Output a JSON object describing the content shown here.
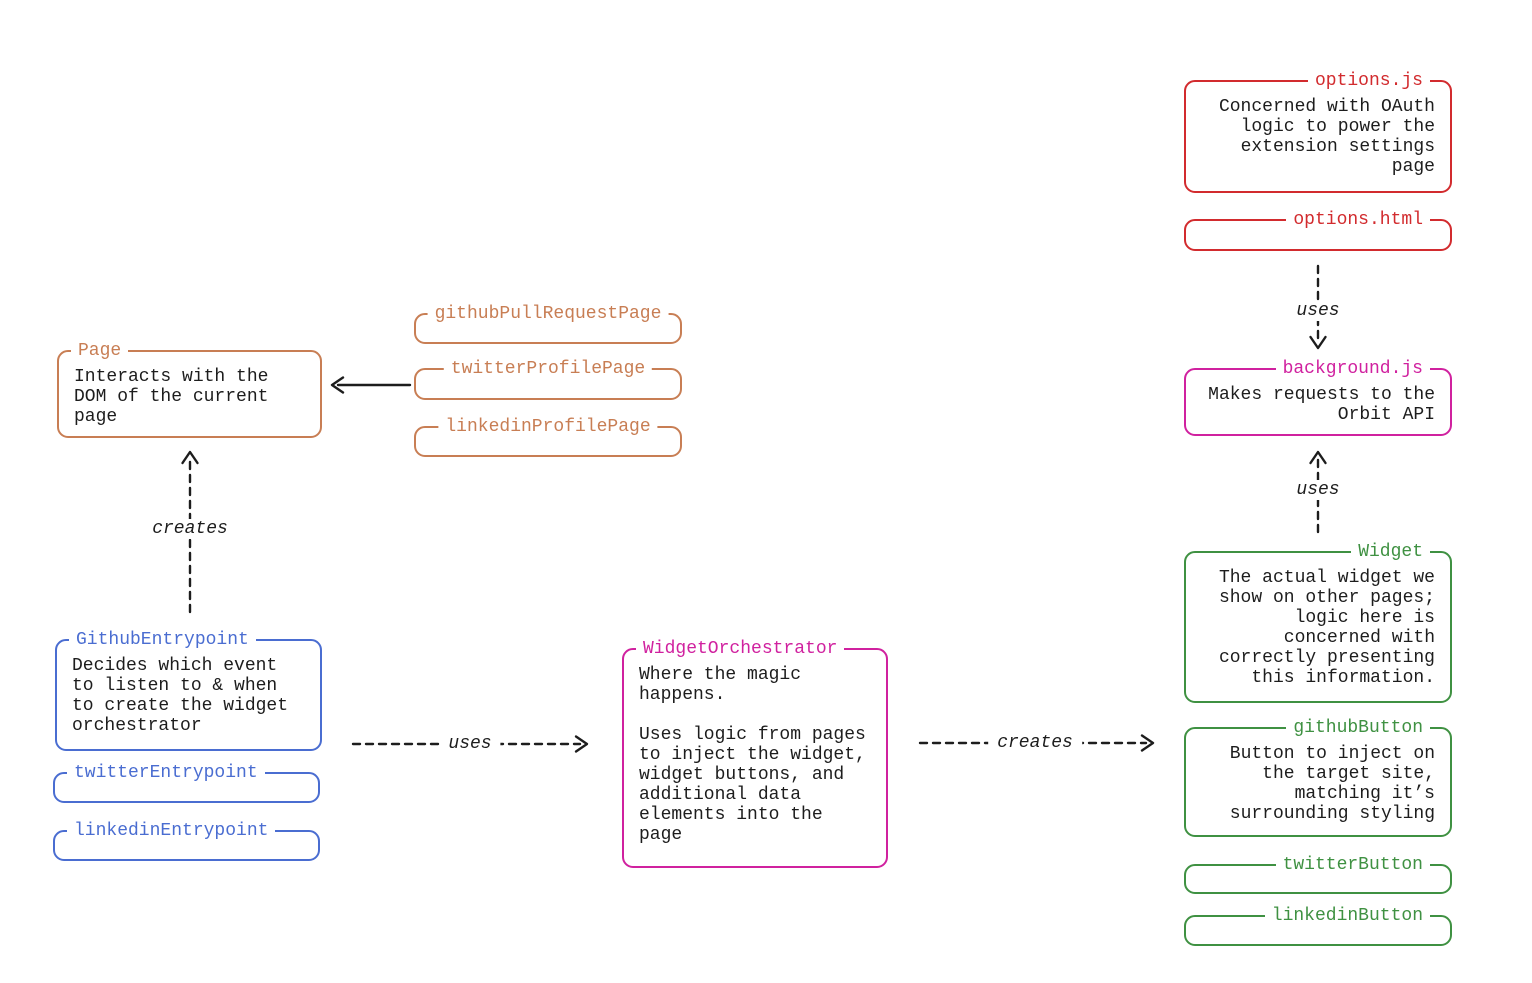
{
  "diagram": {
    "colors": {
      "red": "#d22b2e",
      "orange": "#c87e54",
      "blue": "#4a6dd1",
      "magenta": "#d0219f",
      "green": "#3f9142",
      "line": "#1d1d1d",
      "background": "#ffffff"
    },
    "boxes": {
      "options_js": {
        "title": "options.js",
        "body": "Concerned with OAuth\nlogic to power the\nextension settings\npage"
      },
      "options_html": {
        "title": "options.html",
        "body": ""
      },
      "background_js": {
        "title": "background.js",
        "body": "Makes requests to the\nOrbit API"
      },
      "widget": {
        "title": "Widget",
        "body": "The actual widget we\nshow on other pages;\nlogic here is\nconcerned with\ncorrectly presenting\nthis information."
      },
      "github_button": {
        "title": "githubButton",
        "body": "Button to inject on\nthe target site,\nmatching it’s\nsurrounding styling"
      },
      "twitter_button": {
        "title": "twitterButton",
        "body": ""
      },
      "linkedin_button": {
        "title": "linkedinButton",
        "body": ""
      },
      "page": {
        "title": "Page",
        "body": "Interacts with the\nDOM of the current\npage"
      },
      "github_pull_request_page": {
        "title": "githubPullRequestPage",
        "body": ""
      },
      "twitter_profile_page": {
        "title": "twitterProfilePage",
        "body": ""
      },
      "linkedin_profile_page": {
        "title": "linkedinProfilePage",
        "body": ""
      },
      "github_entrypoint": {
        "title": "GithubEntrypoint",
        "body": "Decides which event\nto listen to & when\nto create the widget\norchestrator"
      },
      "twitter_entrypoint": {
        "title": "twitterEntrypoint",
        "body": ""
      },
      "linkedin_entrypoint": {
        "title": "linkedinEntrypoint",
        "body": ""
      },
      "widget_orchestrator": {
        "title": "WidgetOrchestrator",
        "body": "Where the magic\nhappens.\n\nUses logic from pages\nto inject the widget,\nwidget buttons, and\nadditional data\nelements into the\npage"
      }
    },
    "edges": {
      "entrypoint_creates_page": {
        "label": "creates"
      },
      "entrypoints_use_orchestrator": {
        "label": "uses"
      },
      "orchestrator_creates_buttons": {
        "label": "creates"
      },
      "options_uses_background": {
        "label": "uses"
      },
      "widget_uses_background": {
        "label": "uses"
      }
    }
  }
}
